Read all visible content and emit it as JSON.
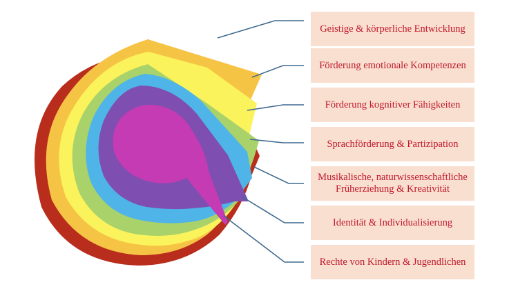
{
  "colors": {
    "box_background": "#f9dfcf",
    "box_text": "#c0182e",
    "connector": "#3f6a8f",
    "rings": [
      "#b82d1c",
      "#f6c445",
      "#fbf35c",
      "#a9d26a",
      "#4fb4e8",
      "#7e4fb0",
      "#c43bb4"
    ]
  },
  "labels": [
    {
      "text": "Geistige & körperliche Entwicklung"
    },
    {
      "text": "Förderung emotionale Kompetenzen"
    },
    {
      "text": "Förderung kognitiver Fähigkeiten"
    },
    {
      "text": "Sprachförderung & Partizipation"
    },
    {
      "line1": "Musikalische, naturwissenschaftliche",
      "line2": "Früherziehung & Kreativität"
    },
    {
      "text": "Identität & Individualisierung"
    },
    {
      "text": "Rechte von Kindern & Jugendlichen"
    }
  ]
}
